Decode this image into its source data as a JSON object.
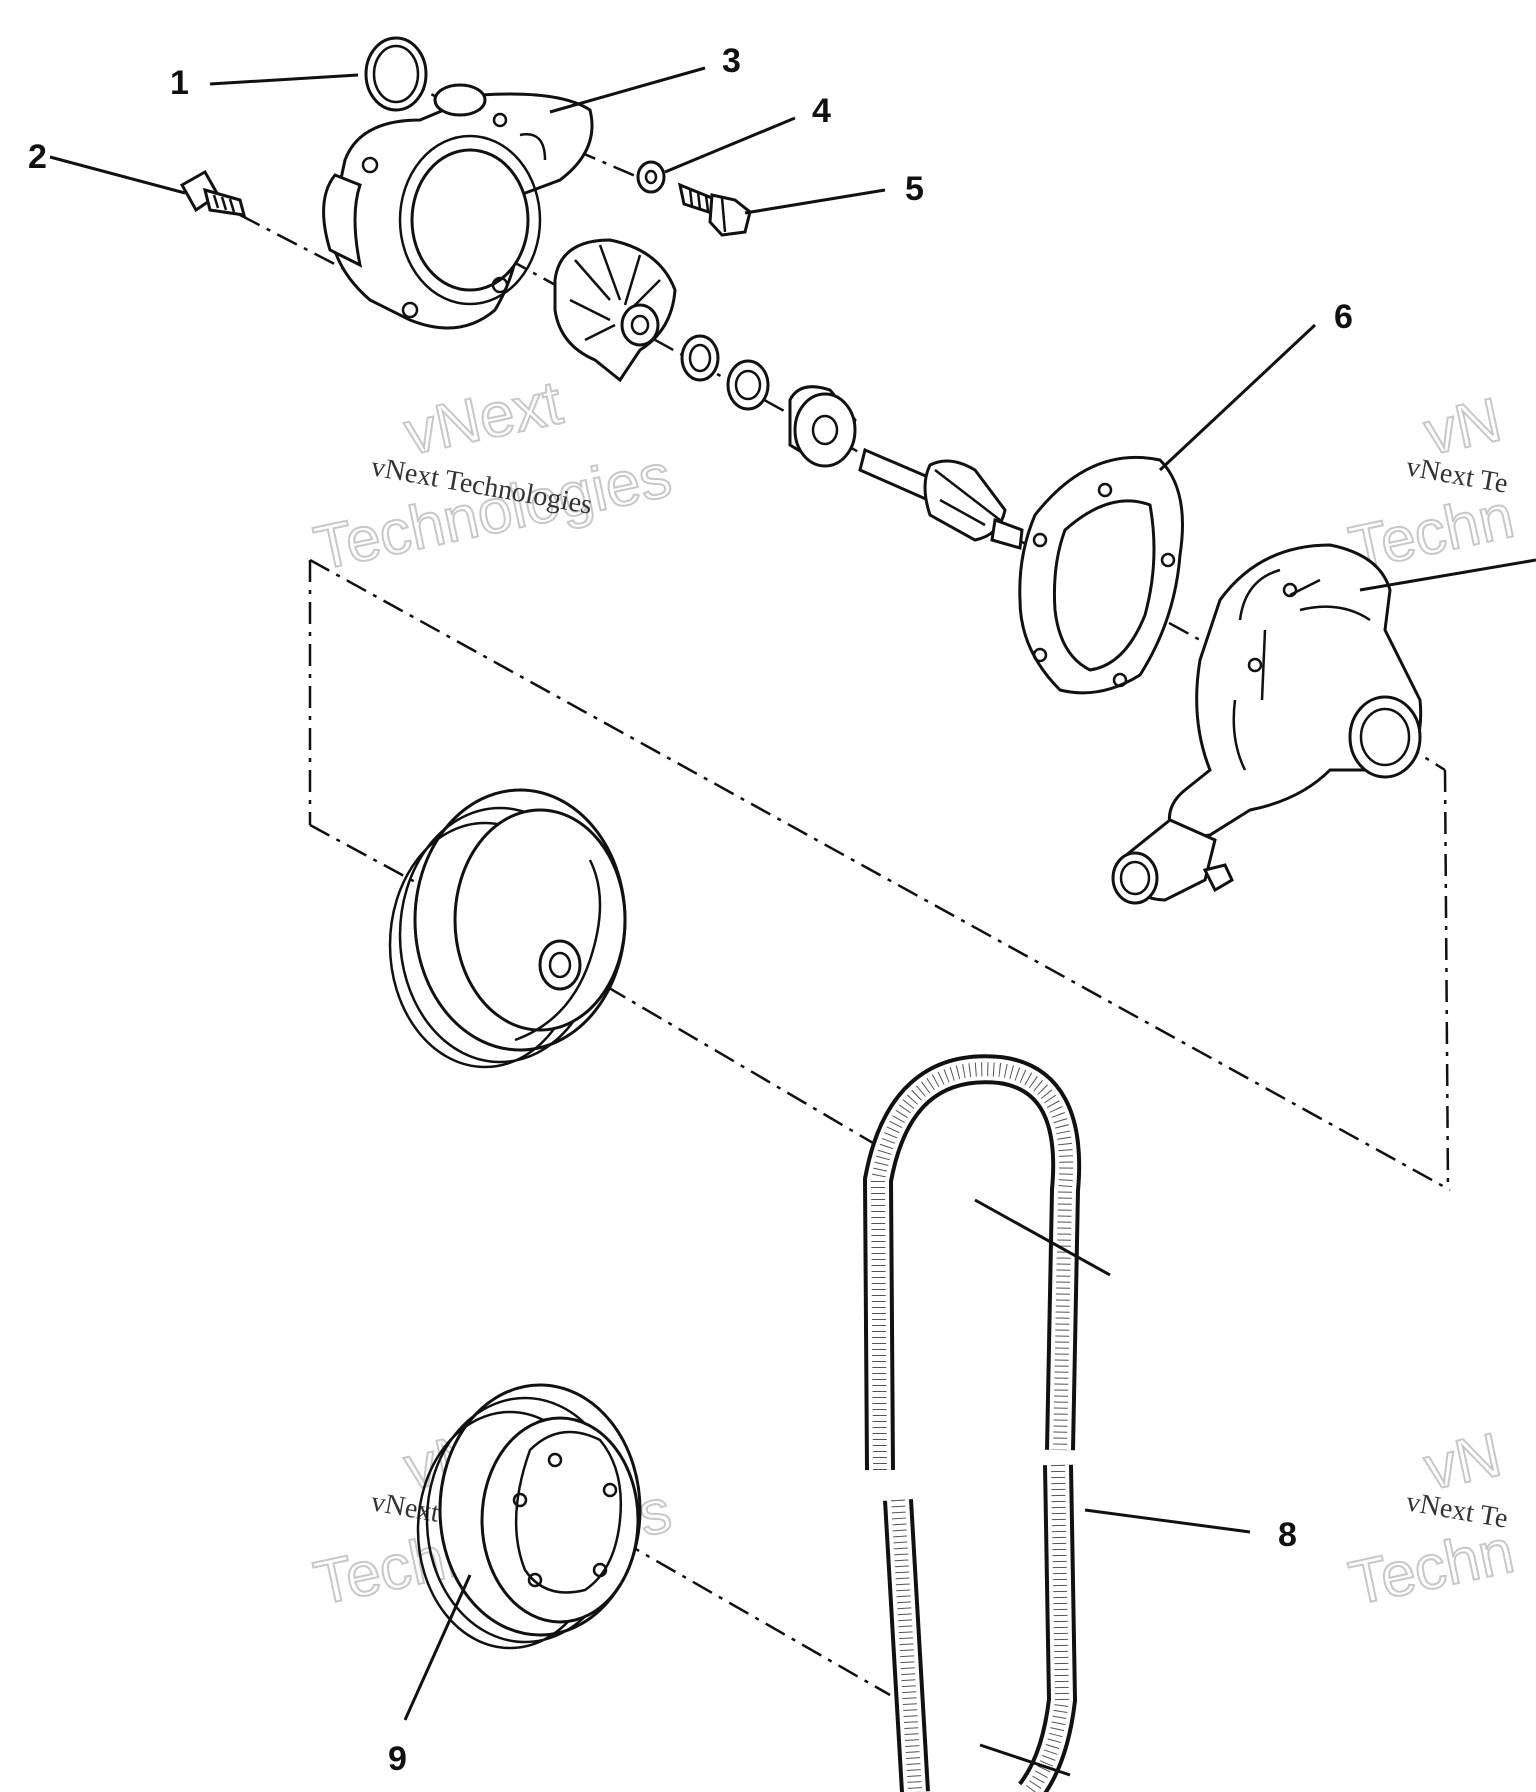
{
  "callouts": {
    "c1": "1",
    "c2": "2",
    "c3": "3",
    "c4": "4",
    "c5": "5",
    "c6": "6",
    "c8": "8",
    "c9": "9"
  },
  "watermark": {
    "small": "vNext Technologies",
    "line1": "vNext",
    "line2": "Technologies",
    "cut_small": "vNext Te",
    "cut_line1": "vN",
    "cut_line2": "Techn"
  }
}
